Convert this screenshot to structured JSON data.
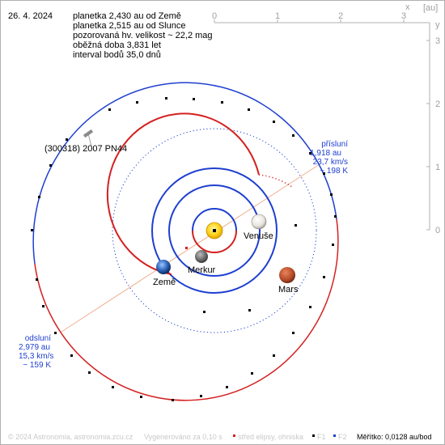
{
  "date": "26. 4. 2024",
  "info_lines": [
    "planetka 2,430 au od Země",
    "planetka 2,515 au od Slunce",
    "pozorovaná hv. velikost ~ 22,2 mag",
    "oběžná doba 3,831 let",
    "interval bodů 35,0 dnů"
  ],
  "axis": {
    "unit_label": "[au]",
    "x_marker": "x",
    "y_marker": "y",
    "ticks": [
      "0",
      "1",
      "2",
      "3"
    ]
  },
  "asteroid_name": "(300318) 2007 PN44",
  "perihelion": {
    "title": "přísluní",
    "distance": "1,918 au",
    "speed": "23,7 km/s",
    "temperature": "~ 198 K"
  },
  "aphelion": {
    "title": "odsluní",
    "distance": "2,979 au",
    "speed": "15,3 km/s",
    "temperature": "~ 159 K"
  },
  "planets": {
    "venus": "Venuše",
    "mercury": "Merkur",
    "earth": "Země",
    "mars": "Mars"
  },
  "footer": {
    "copyright": "© 2024 Astronomia, astronomia.zcu.cz",
    "generated": "Vygenerováno za 0,10 s",
    "legend_center": "střed elipsy, ohniska",
    "legend_f1": "F1",
    "legend_f2": "F2",
    "scale": "Měřítko: 0,0128 au/bod"
  },
  "colors": {
    "orbit_blue": "#1e3fd0",
    "orbit_red": "#d42020",
    "axis_gray": "#9a9a9a",
    "apsis_line": "#f0b090",
    "sun": "#ffd020"
  }
}
